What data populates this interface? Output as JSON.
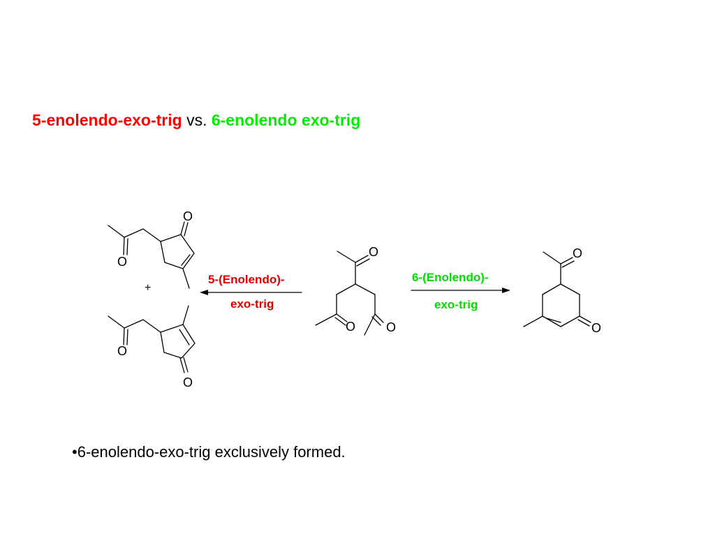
{
  "title": {
    "part1": "5-enolendo-exo-trig",
    "part2": "vs.",
    "part3": "6-enolendo exo-trig",
    "color_red": "#ff0000",
    "color_green": "#00ee00"
  },
  "scheme": {
    "left_arrow_label_line1": "5-(Enolendo)-",
    "left_arrow_label_line2": "exo-trig",
    "right_arrow_label_line1": "6-(Enolendo)-",
    "right_arrow_label_line2": "exo-trig",
    "plus_sign": "+",
    "oxygen_label": "O"
  },
  "bullet": {
    "text": "•6-enolendo-exo-trig exclusively formed."
  }
}
